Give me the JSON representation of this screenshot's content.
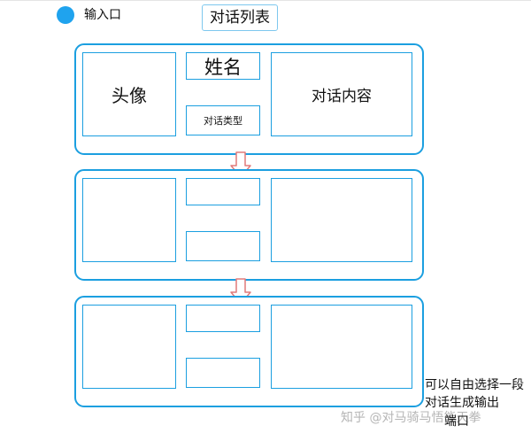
{
  "legend": {
    "label": "输入口",
    "dot_color": "#1fa3ee",
    "icon": "filled-circle-icon"
  },
  "title": "对话列表",
  "cards": [
    {
      "avatar": "头像",
      "name": "姓名",
      "type": "对话类型",
      "content": "对话内容"
    },
    {
      "avatar": "",
      "name": "",
      "type": "",
      "content": ""
    },
    {
      "avatar": "",
      "name": "",
      "type": "",
      "content": ""
    }
  ],
  "connectors": {
    "icon": "down-arrow-icon",
    "color": "#e07a7a"
  },
  "note": {
    "lines": "可以自由选择一段对话生成输出",
    "end": "端口"
  },
  "watermark": "知乎 @对马骑马悟能天拳",
  "colors": {
    "card_border": "#1b9fe0",
    "arrow": "#e07a7a"
  }
}
